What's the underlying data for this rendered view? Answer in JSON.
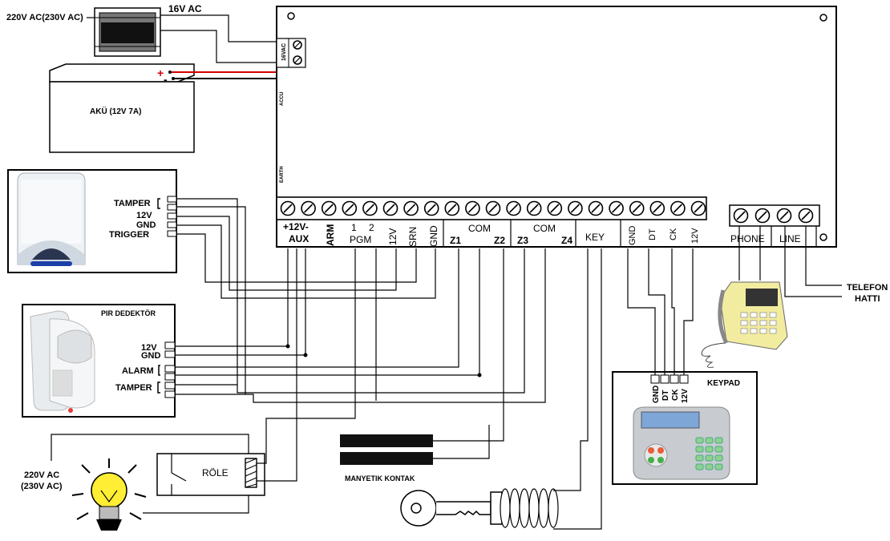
{
  "transformer": {
    "mains_label": "220V AC(230V AC)",
    "output_label": "16V AC"
  },
  "battery": {
    "label": "AKÜ (12V 7A)",
    "plus": "+",
    "minus": "-"
  },
  "panel": {
    "side_terminal_label": "16VAC",
    "accu_label": "ACCU",
    "earth_label": "EARTH",
    "terminal_labels": {
      "aux_plus": "+12V-",
      "aux": "AUX",
      "arm": "ARM",
      "pgm1": "1",
      "pgm2": "2",
      "pgm": "PGM",
      "v12": "12V",
      "srn": "SRN",
      "gnd": "GND",
      "com1": "COM",
      "z1": "Z1",
      "z2": "Z2",
      "com2": "COM",
      "z3": "Z3",
      "z4": "Z4",
      "key": "KEY",
      "kp_gnd": "GND",
      "kp_dt": "DT",
      "kp_ck": "CK",
      "kp_12v": "12V",
      "phone": "PHONE",
      "line": "LINE"
    }
  },
  "siren": {
    "tamper": "TAMPER",
    "v12": "12V",
    "gnd": "GND",
    "trigger": "TRIGGER"
  },
  "pir": {
    "title": "PIR DEDEKTÖR",
    "v12": "12V",
    "gnd": "GND",
    "alarm": "ALARM",
    "tamper": "TAMPER"
  },
  "relay": {
    "mains_line1": "220V AC",
    "mains_line2": "(230V AC)",
    "label": "RÖLE"
  },
  "magnetic_contact": {
    "label": "MANYETIK KONTAK"
  },
  "keypad": {
    "title": "KEYPAD",
    "pins": [
      "GND",
      "DT",
      "CK",
      "12V"
    ]
  },
  "phone_line": {
    "line1": "TELEFON",
    "line2": "HATTI"
  },
  "colors": {
    "battery_positive_wire": "#d40000",
    "keypad_body": "#c8ccd0",
    "phone_body": "#f2eca0",
    "bulb": "#ffee33",
    "siren_light": "#1c3fa8"
  }
}
